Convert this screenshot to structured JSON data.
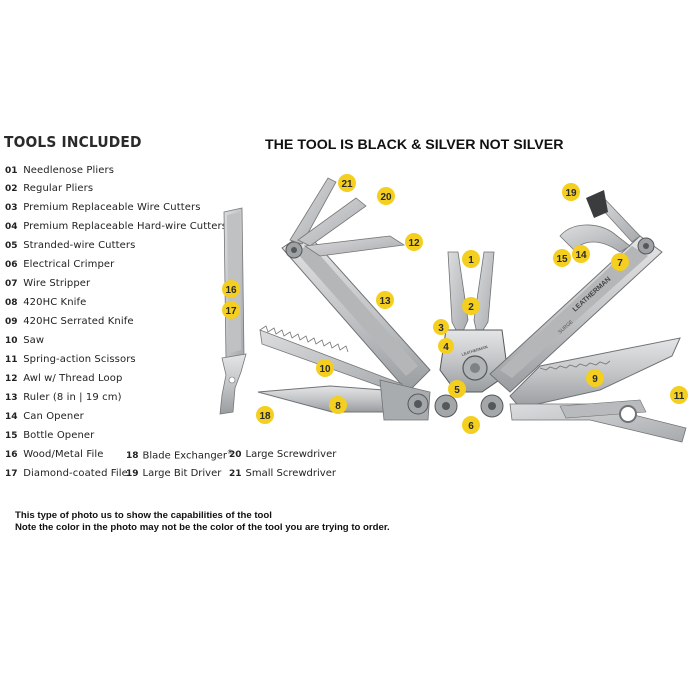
{
  "heading": "TOOLS INCLUDED",
  "headline": "THE TOOL IS BLACK & SILVER NOT SILVER",
  "tools": [
    {
      "num": "01",
      "label": "Needlenose Pliers"
    },
    {
      "num": "02",
      "label": "Regular Pliers"
    },
    {
      "num": "03",
      "label": "Premium Replaceable Wire Cutters"
    },
    {
      "num": "04",
      "label": "Premium Replaceable Hard-wire Cutters"
    },
    {
      "num": "05",
      "label": "Stranded-wire Cutters"
    },
    {
      "num": "06",
      "label": "Electrical Crimper"
    },
    {
      "num": "07",
      "label": "Wire Stripper"
    },
    {
      "num": "08",
      "label": "420HC Knife"
    },
    {
      "num": "09",
      "label": "420HC Serrated Knife"
    },
    {
      "num": "10",
      "label": "Saw"
    },
    {
      "num": "11",
      "label": "Spring-action Scissors"
    },
    {
      "num": "12",
      "label": "Awl w/ Thread Loop"
    },
    {
      "num": "13",
      "label": "Ruler (8 in | 19 cm)"
    },
    {
      "num": "14",
      "label": "Can Opener"
    },
    {
      "num": "15",
      "label": "Bottle Opener"
    },
    {
      "num": "16",
      "label": "Wood/Metal File"
    },
    {
      "num": "17",
      "label": "Diamond-coated File"
    }
  ],
  "extra_tools": [
    {
      "num": "18",
      "label": "Blade Exchanger",
      "mark": "®"
    },
    {
      "num": "19",
      "label": "Large Bit Driver",
      "mark": ""
    },
    {
      "num": "20",
      "label": "Large Screwdriver",
      "mark": ""
    },
    {
      "num": "21",
      "label": "Small Screwdriver",
      "mark": ""
    }
  ],
  "markers": [
    "1",
    "2",
    "3",
    "4",
    "5",
    "6",
    "7",
    "8",
    "9",
    "10",
    "11",
    "12",
    "13",
    "14",
    "15",
    "16",
    "17",
    "18",
    "19",
    "20",
    "21"
  ],
  "brand_text": "LEATHERMAN",
  "model_text": "SURGE",
  "notes": [
    "This type of photo us to show the capabilities of the tool",
    "Note the color in the photo may not be the color of the tool you are trying to order."
  ],
  "colors": {
    "marker": "#f4cf1f",
    "steel": "#c9cbcd",
    "steel_dark": "#8e9194"
  }
}
